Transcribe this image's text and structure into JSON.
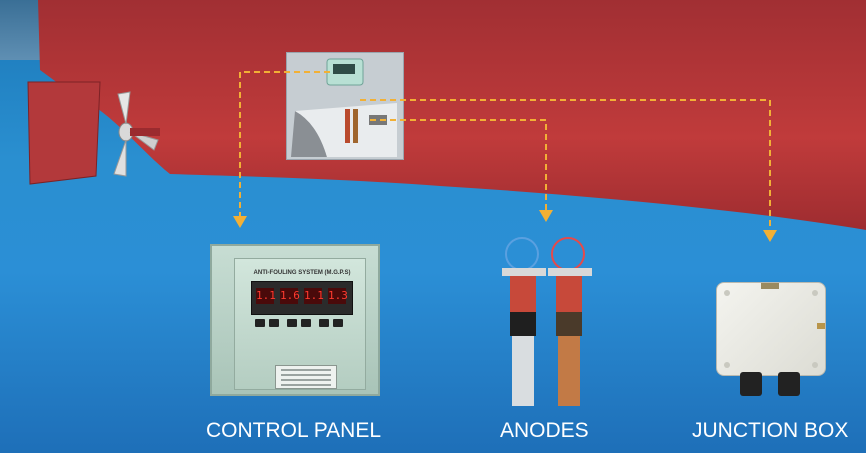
{
  "labels": {
    "control_panel": "CONTROL PANEL",
    "anodes": "ANODES",
    "junction_box": "JUNCTION BOX"
  },
  "control_panel": {
    "title": "ANTI-FOULING SYSTEM (M.G.P.S)",
    "digits": [
      "1.1",
      "1.6",
      "1.1",
      "1.3"
    ]
  },
  "colors": {
    "hull": "#b83838",
    "connector": "#f2b035",
    "water": "#2a8fd0"
  },
  "icons": {
    "ship_hull": "ship-hull-icon",
    "propeller": "propeller-icon",
    "control_panel": "control-panel-icon",
    "anodes": "anode-icon",
    "junction_box": "junction-box-icon"
  }
}
